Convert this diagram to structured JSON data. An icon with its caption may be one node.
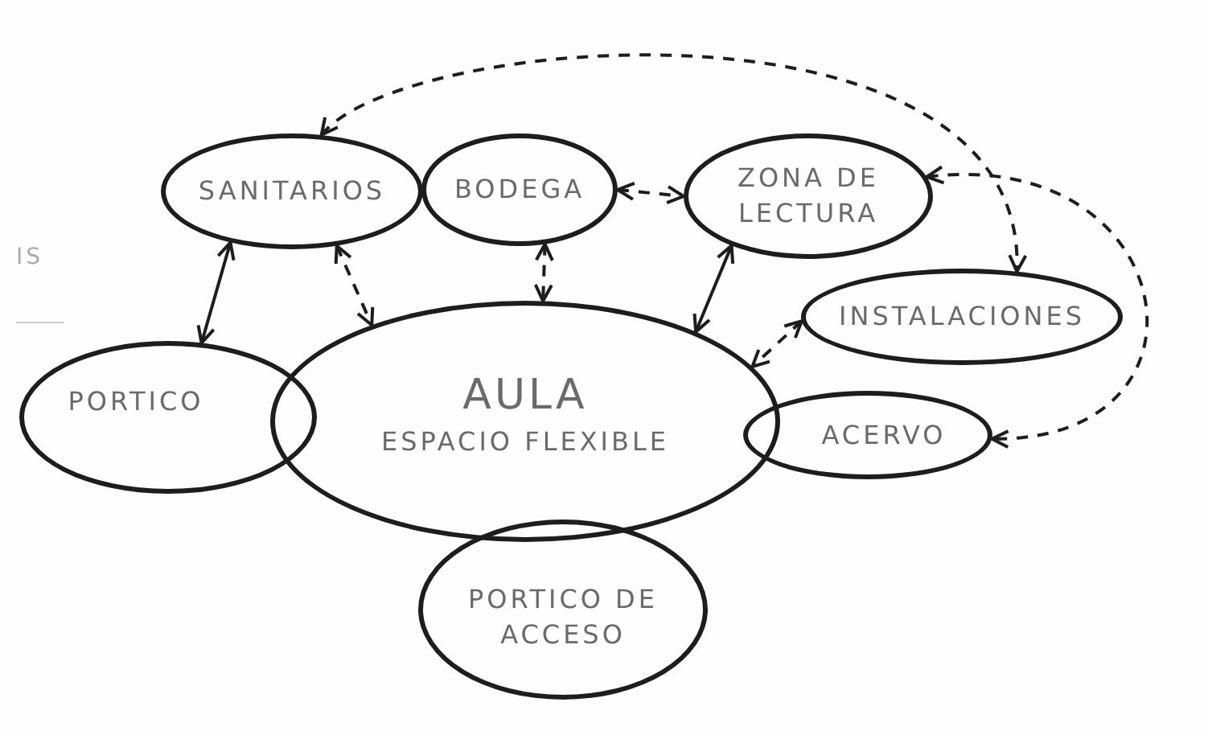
{
  "diagram": {
    "nodes": [
      {
        "text": [
          "SANITARIOS"
        ]
      },
      {
        "text": [
          "BODEGA"
        ]
      },
      {
        "text": [
          "ZONA DE LECTURA"
        ]
      },
      {
        "text": [
          "INSTALACIONES"
        ]
      },
      {
        "text": [
          "PORTICO"
        ]
      },
      {
        "text": [
          "AULA",
          "ESPACIO FLEXIBLE"
        ]
      },
      {
        "text": [
          "ACERVO"
        ]
      },
      {
        "text": [
          "PORTICO DE ACCESO"
        ]
      }
    ],
    "edges": [
      {
        "from": 0,
        "to": 4,
        "arrow": "both"
      },
      {
        "from": 0,
        "to": 5,
        "arrow": "both",
        "style": "dashed"
      },
      {
        "from": 1,
        "to": 5,
        "arrow": "both",
        "style": "dashed"
      },
      {
        "from": 1,
        "to": 2,
        "arrow": "both",
        "style": "dashed"
      },
      {
        "from": 2,
        "to": 5,
        "arrow": "both"
      },
      {
        "from": 3,
        "to": 5,
        "arrow": "both",
        "style": "dashed"
      },
      {
        "from": 0,
        "to": 3,
        "arrow": "both",
        "style": "dashed"
      },
      {
        "from": 2,
        "to": 6,
        "arrow": "both",
        "style": "dashed"
      }
    ],
    "labels": [
      "IS"
    ]
  }
}
